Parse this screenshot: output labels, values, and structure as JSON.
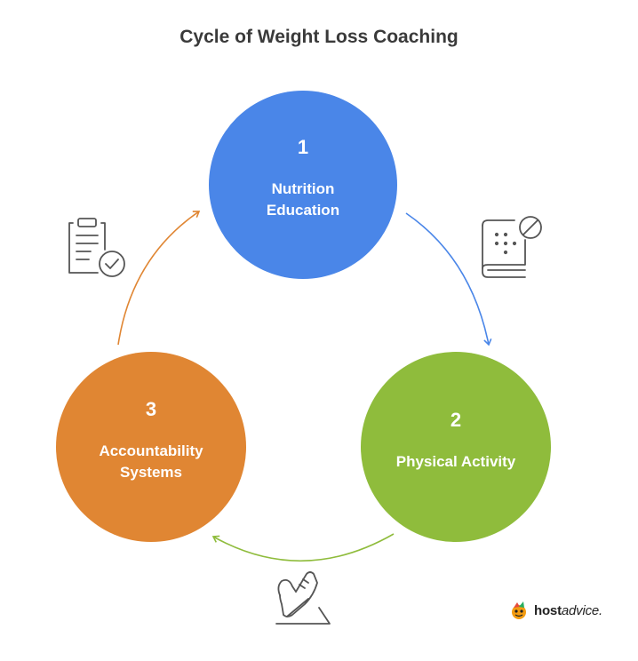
{
  "title": "Cycle of Weight Loss Coaching",
  "steps": [
    {
      "number": "1",
      "label": "Nutrition Education",
      "color": "#4a86e8",
      "icon": "nutrition-book-icon"
    },
    {
      "number": "2",
      "label": "Physical Activity",
      "color": "#8fbc3c",
      "icon": "running-shoe-icon"
    },
    {
      "number": "3",
      "label": "Accountability Systems",
      "color": "#e08633",
      "icon": "clipboard-check-icon"
    }
  ],
  "arrows": [
    {
      "from": "1",
      "to": "2",
      "color": "#4a86e8"
    },
    {
      "from": "2",
      "to": "3",
      "color": "#8fbc3c"
    },
    {
      "from": "3",
      "to": "1",
      "color": "#e08633"
    }
  ],
  "brand": {
    "bold": "host",
    "italic": "advice."
  }
}
